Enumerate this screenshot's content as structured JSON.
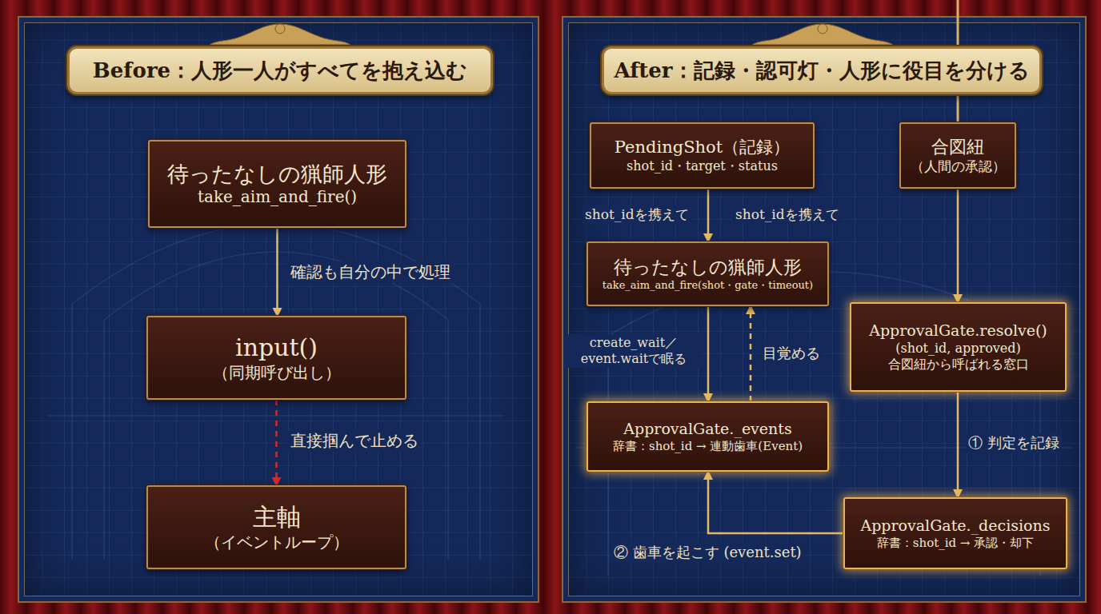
{
  "diagram": {
    "nodes": [
      {
        "text": [
          "Before：人形一人がすべてを抱え込む"
        ]
      },
      {
        "text": [
          "待ったなしの猟師人形",
          "take_aim_and_fire()"
        ]
      },
      {
        "text": [
          "input()",
          "（同期呼び出し）"
        ]
      },
      {
        "text": [
          "主軸",
          "（イベントループ）"
        ]
      },
      {
        "text": [
          "After：記録・認可灯・人形に役目を分ける"
        ]
      },
      {
        "text": [
          "PendingShot（記録）",
          "shot_id・target・status"
        ]
      },
      {
        "text": [
          "合図紐",
          "（人間の承認）"
        ]
      },
      {
        "text": [
          "待ったなしの猟師人形",
          "take_aim_and_fire(shot・gate・timeout)"
        ]
      },
      {
        "text": [
          "ApprovalGate.resolve()",
          "(shot_id, approved)",
          "合図紐から呼ばれる窓口"
        ]
      },
      {
        "text": [
          "ApprovalGate._events",
          "辞書：shot_id → 連動歯車(Event)"
        ]
      },
      {
        "text": [
          "ApprovalGate._decisions",
          "辞書：shot_id → 承認・却下"
        ]
      }
    ],
    "edges": [
      {
        "from": 1,
        "to": 2,
        "arrow": "to",
        "label": "確認も自分の中で処理"
      },
      {
        "from": 2,
        "to": 3,
        "arrow": "to",
        "label": "直接掴んで止める"
      },
      {
        "from": 5,
        "to": 7,
        "arrow": "to",
        "label": "shot_idを携えて"
      },
      {
        "from": 7,
        "to": 9,
        "arrow": "to",
        "label": "create_wait／ event.waitで眠る"
      },
      {
        "from": 9,
        "to": 7,
        "arrow": "to",
        "label": "目覚める"
      },
      {
        "from": 6,
        "to": 8,
        "arrow": "to"
      },
      {
        "from": 8,
        "to": 10,
        "arrow": "to",
        "label": "① 判定を記録"
      },
      {
        "from": 10,
        "to": 9,
        "arrow": "to",
        "label": "② 歯車を起こす (event.set)"
      }
    ],
    "labels": [
      "shot_idを携えて"
    ]
  }
}
